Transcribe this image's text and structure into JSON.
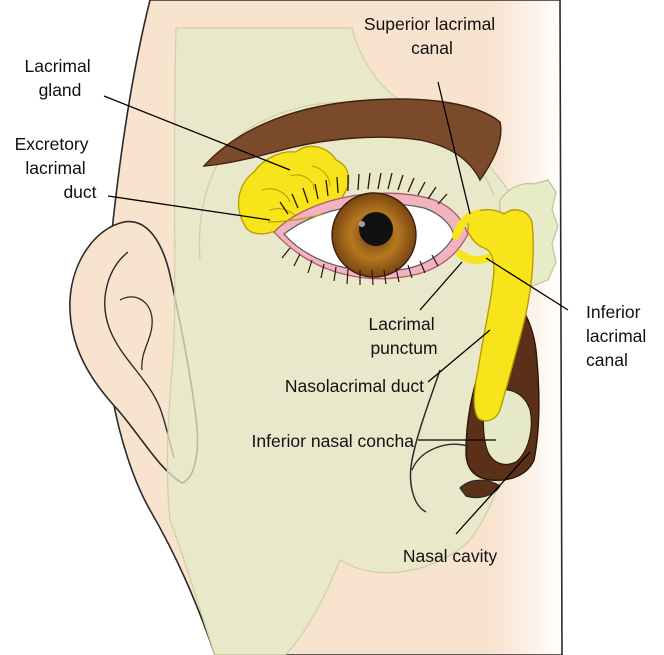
{
  "labels": {
    "superior_lacrimal_canal": [
      "Superior lacrimal",
      "canal"
    ],
    "lacrimal_gland": [
      "Lacrimal",
      "gland"
    ],
    "excretory_lacrimal_duct": [
      "Excretory",
      "lacrimal",
      "duct"
    ],
    "inferior_lacrimal_canal": [
      "Inferior",
      "lacrimal",
      "canal"
    ],
    "lacrimal_punctum": [
      "Lacrimal",
      "punctum"
    ],
    "nasolacrimal_duct": [
      "Nasolacrimal duct"
    ],
    "inferior_nasal_concha": [
      "Inferior nasal concha"
    ],
    "nasal_cavity": [
      "Nasal cavity"
    ]
  },
  "colors": {
    "skin": "#f8e3cf",
    "bone_overlay": "#e6e9c8",
    "gland_yellow": "#f7e41a",
    "eyebrow": "#7b4a2a",
    "iris": "#b0741c",
    "nasal_cavity": "#5a3018",
    "lid_pink": "#f1b3bf"
  }
}
